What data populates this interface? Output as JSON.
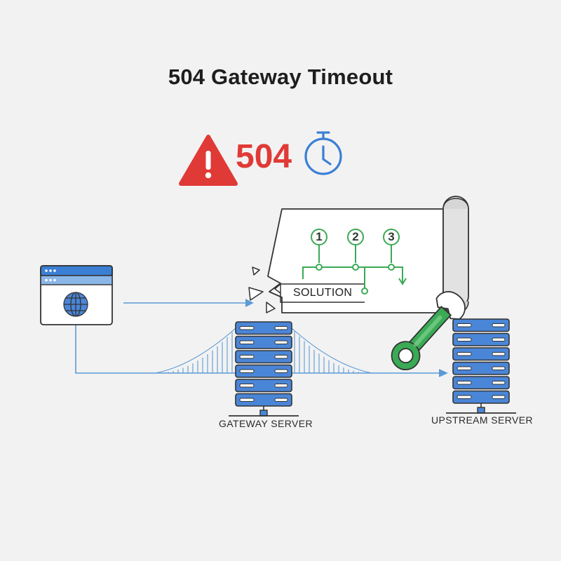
{
  "title": "504 Gateway Timeout",
  "error_badge": {
    "code": "504"
  },
  "solution_box": {
    "label": "SOLUTION",
    "steps": [
      "1",
      "2",
      "3"
    ]
  },
  "servers": {
    "gateway_label": "GATEWAY SERVER",
    "upstream_label": "UPSTREAM SERVER"
  },
  "colors": {
    "error_red": "#e03a36",
    "accent_blue": "#3b7fd4",
    "server_blue": "#4a86d8",
    "step_green": "#3aaa55",
    "line_blue": "#5b9ad6"
  },
  "icons": [
    "warning-triangle-icon",
    "stopwatch-icon",
    "browser-window-icon",
    "globe-icon",
    "server-rack-icon",
    "wrench-icon",
    "broken-link-icon"
  ]
}
